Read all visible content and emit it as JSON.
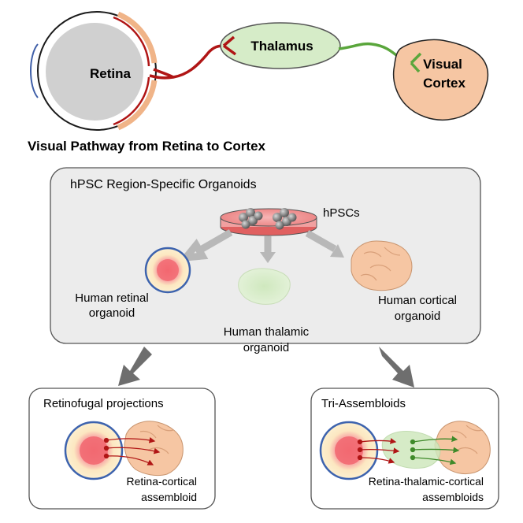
{
  "pathway": {
    "title": "Visual Pathway from Retina to Cortex",
    "retina_label": "Retina",
    "thalamus_label": "Thalamus",
    "cortex_label_line1": "Visual",
    "cortex_label_line2": "Cortex"
  },
  "organoids_panel": {
    "title": "hPSC Region-Specific Organoids",
    "hpsc_label": "hPSCs",
    "retinal_line1": "Human retinal",
    "retinal_line2": "organoid",
    "thalamic_line1": "Human thalamic",
    "thalamic_line2": "organoid",
    "cortical_line1": "Human cortical",
    "cortical_line2": "organoid"
  },
  "retinofugal_panel": {
    "title": "Retinofugal projections",
    "label_line1": "Retina-cortical",
    "label_line2": "assembloid"
  },
  "triassembloid_panel": {
    "title": "Tri-Assembloids",
    "label_line1": "Retina-thalamic-cortical",
    "label_line2": "assembloids"
  },
  "colors": {
    "projection_red": "#b01515",
    "projection_green": "#5aa63c",
    "thalamus_fill": "#d6ecc8",
    "cortex_fill": "#f6c6a3",
    "panel_fill": "#ececec",
    "arrow_gray": "#6e6e6e"
  }
}
